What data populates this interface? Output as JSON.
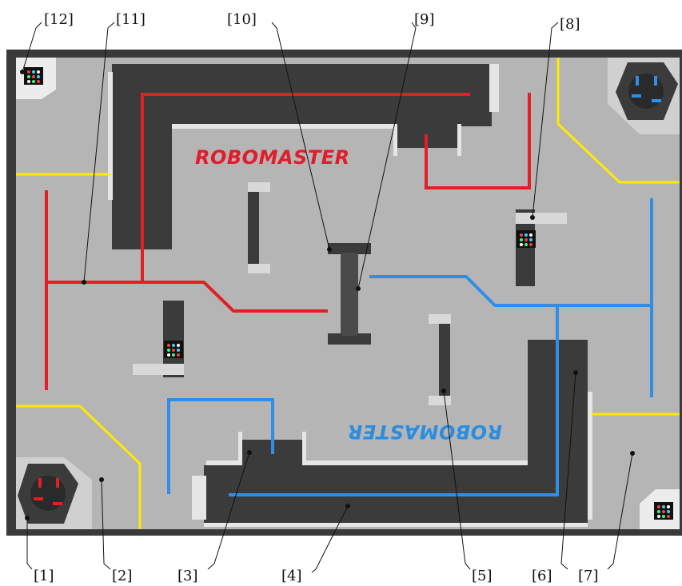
{
  "logo": {
    "text": "ROBOMASTER",
    "color_red": "#e21d2b",
    "color_blue": "#2a8de0"
  },
  "callouts": [
    {
      "id": "1",
      "text": "[1]"
    },
    {
      "id": "2",
      "text": "[2]"
    },
    {
      "id": "3",
      "text": "[3]"
    },
    {
      "id": "4",
      "text": "[4]"
    },
    {
      "id": "5",
      "text": "[5]"
    },
    {
      "id": "6",
      "text": "[6]"
    },
    {
      "id": "7",
      "text": "[7]"
    },
    {
      "id": "8",
      "text": "[8]"
    },
    {
      "id": "9",
      "text": "[9]"
    },
    {
      "id": "10",
      "text": "[10]"
    },
    {
      "id": "11",
      "text": "[11]"
    },
    {
      "id": "12",
      "text": "[12]"
    }
  ],
  "colors": {
    "floor": "#b5b5b5",
    "border": "#3a3a3a",
    "obstacle": "#3b3b3b",
    "obstacle_light": "#d9d9d9",
    "red_line": "#e31e24",
    "blue_line": "#2f8fe8",
    "yellow_line": "#ffea00"
  }
}
